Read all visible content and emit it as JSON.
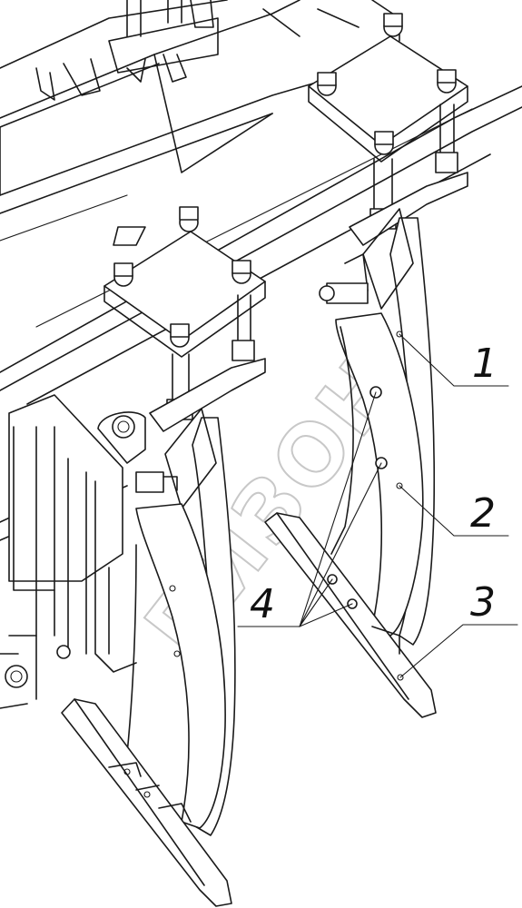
{
  "callouts": [
    {
      "id": "1",
      "label": "1"
    },
    {
      "id": "2",
      "label": "2"
    },
    {
      "id": "3",
      "label": "3"
    },
    {
      "id": "4",
      "label": "4"
    }
  ],
  "watermark": "БИЗОН",
  "colors": {
    "line": "#1a1a1a",
    "watermark": "#c8c8c8",
    "background": "#ffffff"
  }
}
